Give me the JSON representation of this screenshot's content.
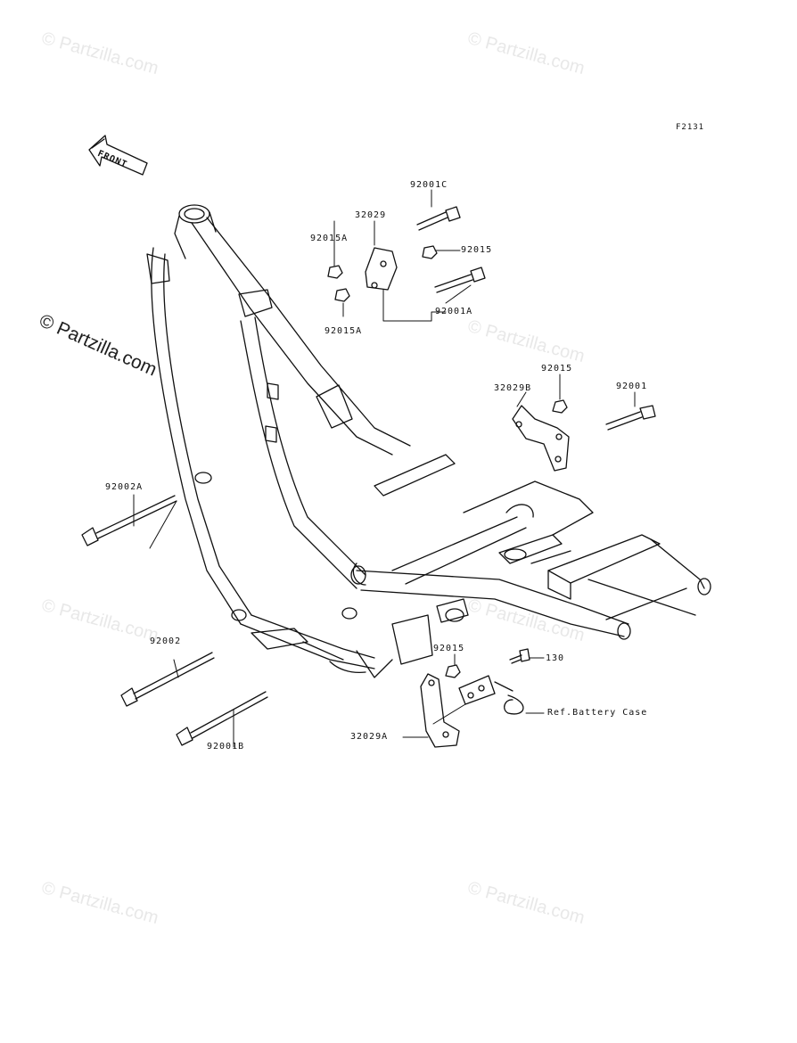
{
  "diagram_code": "F2131",
  "front_arrow": {
    "text": "FRONT"
  },
  "watermark": {
    "text": "© Partzilla.com"
  },
  "parts": {
    "p92001C": "92001C",
    "p32029": "32029",
    "p92015A_top": "92015A",
    "p92015_top": "92015",
    "p92015A_bottom": "92015A",
    "p92001A": "92001A",
    "p92015_right": "92015",
    "p32029B": "32029B",
    "p92001": "92001",
    "p92002A": "92002A",
    "p92002": "92002",
    "p92001B": "92001B",
    "p92015_lower": "92015",
    "p130": "130",
    "ref_battery": "Ref.Battery Case",
    "p32029A": "32029A"
  }
}
